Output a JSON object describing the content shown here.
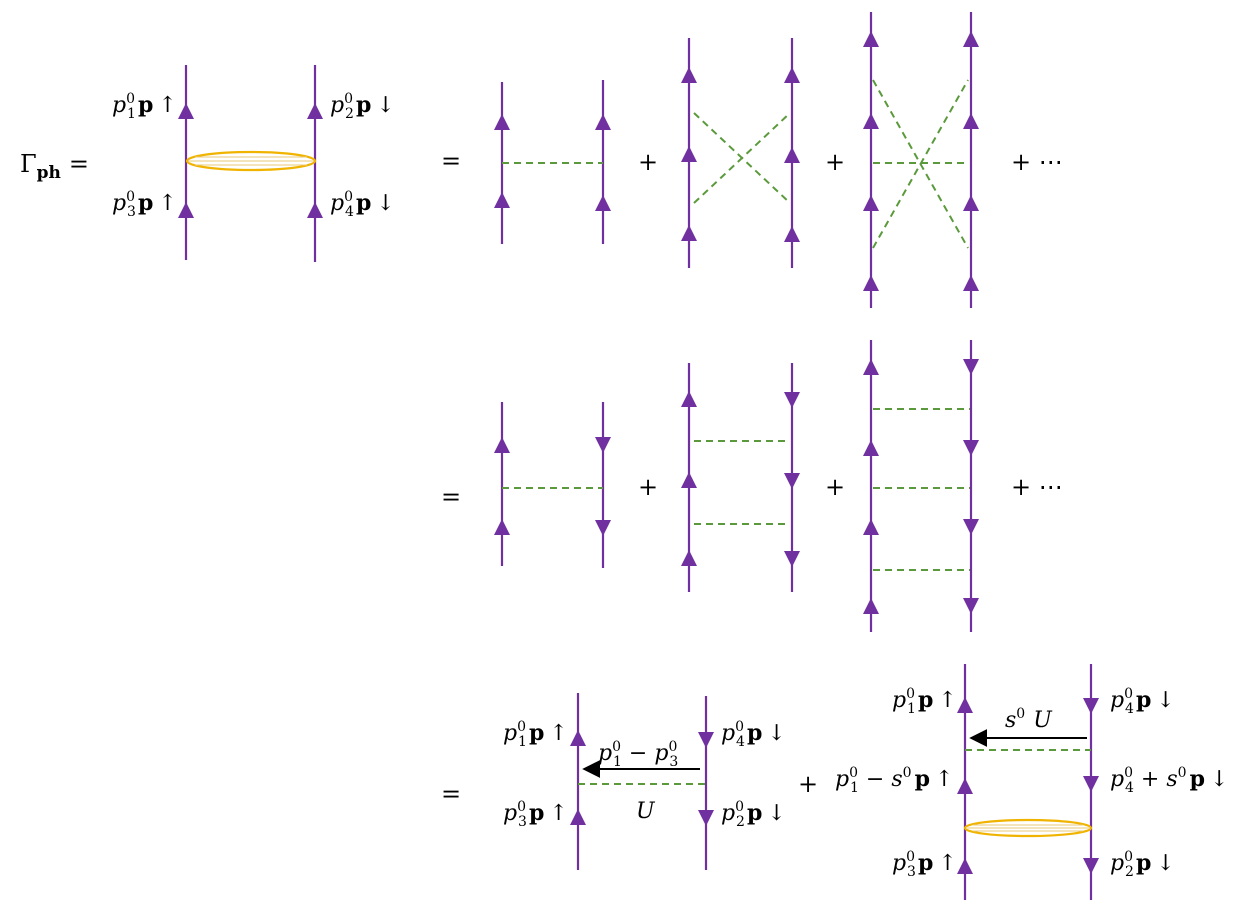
{
  "colors": {
    "fermion": "#7030A0",
    "interaction": "#5B9A3C",
    "vertex": "#F0B400",
    "vertex_hatch": "#E8C878",
    "arrow": "#000000"
  },
  "equation": {
    "lhs": {
      "symbol": "Γ",
      "subscript": "ph",
      "equals": "="
    },
    "equals_sign": "=",
    "plus_sign": "+",
    "ellipsis": "+ ⋯"
  },
  "lhs_labels": {
    "top_left": {
      "p": "p",
      "sub": "1",
      "sup": "0",
      "bold": "p",
      "spin": "↑"
    },
    "top_right": {
      "p": "p",
      "sub": "2",
      "sup": "0",
      "bold": "p",
      "spin": "↓"
    },
    "bot_left": {
      "p": "p",
      "sub": "3",
      "sup": "0",
      "bold": "p",
      "spin": "↑"
    },
    "bot_right": {
      "p": "p",
      "sub": "4",
      "sup": "0",
      "bold": "p",
      "spin": "↓"
    }
  },
  "row3": {
    "first": {
      "top_left": {
        "p": "p",
        "sub": "1",
        "sup": "0",
        "bold": "p",
        "spin": "↑"
      },
      "top_right": {
        "p": "p",
        "sub": "4",
        "sup": "0",
        "bold": "p",
        "spin": "↓"
      },
      "bot_left": {
        "p": "p",
        "sub": "3",
        "sup": "0",
        "bold": "p",
        "spin": "↑"
      },
      "bot_right": {
        "p": "p",
        "sub": "2",
        "sup": "0",
        "bold": "p",
        "spin": "↓"
      },
      "transfer": {
        "a": "p",
        "a_sub": "1",
        "a_sup": "0",
        "minus": " − ",
        "b": "p",
        "b_sub": "3",
        "b_sup": "0"
      },
      "coupling": "U"
    },
    "second": {
      "top_left": {
        "p": "p",
        "sub": "1",
        "sup": "0",
        "bold": "p",
        "spin": "↑"
      },
      "top_right": {
        "p": "p",
        "sub": "4",
        "sup": "0",
        "bold": "p",
        "spin": "↓"
      },
      "mid_left": {
        "p": "p",
        "sub": "1",
        "sup": "0",
        "op": " − ",
        "s": "s",
        "s_sup": "0",
        "bold": "p",
        "spin": "↑"
      },
      "mid_right": {
        "p": "p",
        "sub": "4",
        "sup": "0",
        "op": " + ",
        "s": "s",
        "s_sup": "0",
        "bold": "p",
        "spin": "↓"
      },
      "bot_left": {
        "p": "p",
        "sub": "3",
        "sup": "0",
        "bold": "p",
        "spin": "↑"
      },
      "bot_right": {
        "p": "p",
        "sub": "2",
        "sup": "0",
        "bold": "p",
        "spin": "↓"
      },
      "transfer": {
        "s": "s",
        "s_sup": "0",
        "coupling": "U"
      }
    }
  }
}
